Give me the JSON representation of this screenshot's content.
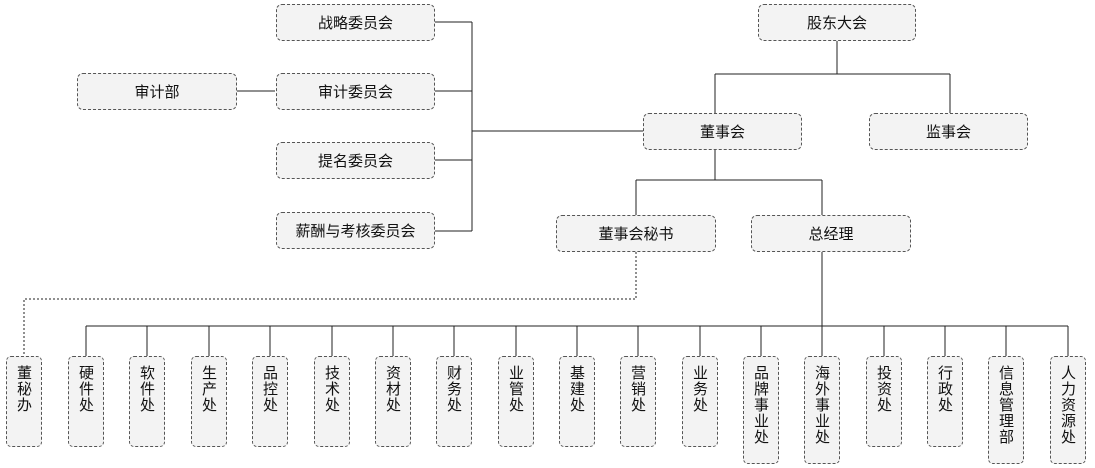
{
  "diagram": {
    "committees": {
      "strategy": "战略委员会",
      "audit": "审计委员会",
      "nomination": "提名委员会",
      "compensation": "薪酬与考核委员会"
    },
    "audit_dept": "审计部",
    "shareholders": "股东大会",
    "board": "董事会",
    "supervisors": "监事会",
    "board_secretary": "董事会秘书",
    "general_manager": "总经理",
    "departments": [
      "董秘办",
      "硬件处",
      "软件处",
      "生产处",
      "品控处",
      "技术处",
      "资材处",
      "财务处",
      "业管处",
      "基建处",
      "营销处",
      "业务处",
      "品牌事业处",
      "海外事业处",
      "投资处",
      "行政处",
      "信息管理部",
      "人力资源处"
    ]
  }
}
